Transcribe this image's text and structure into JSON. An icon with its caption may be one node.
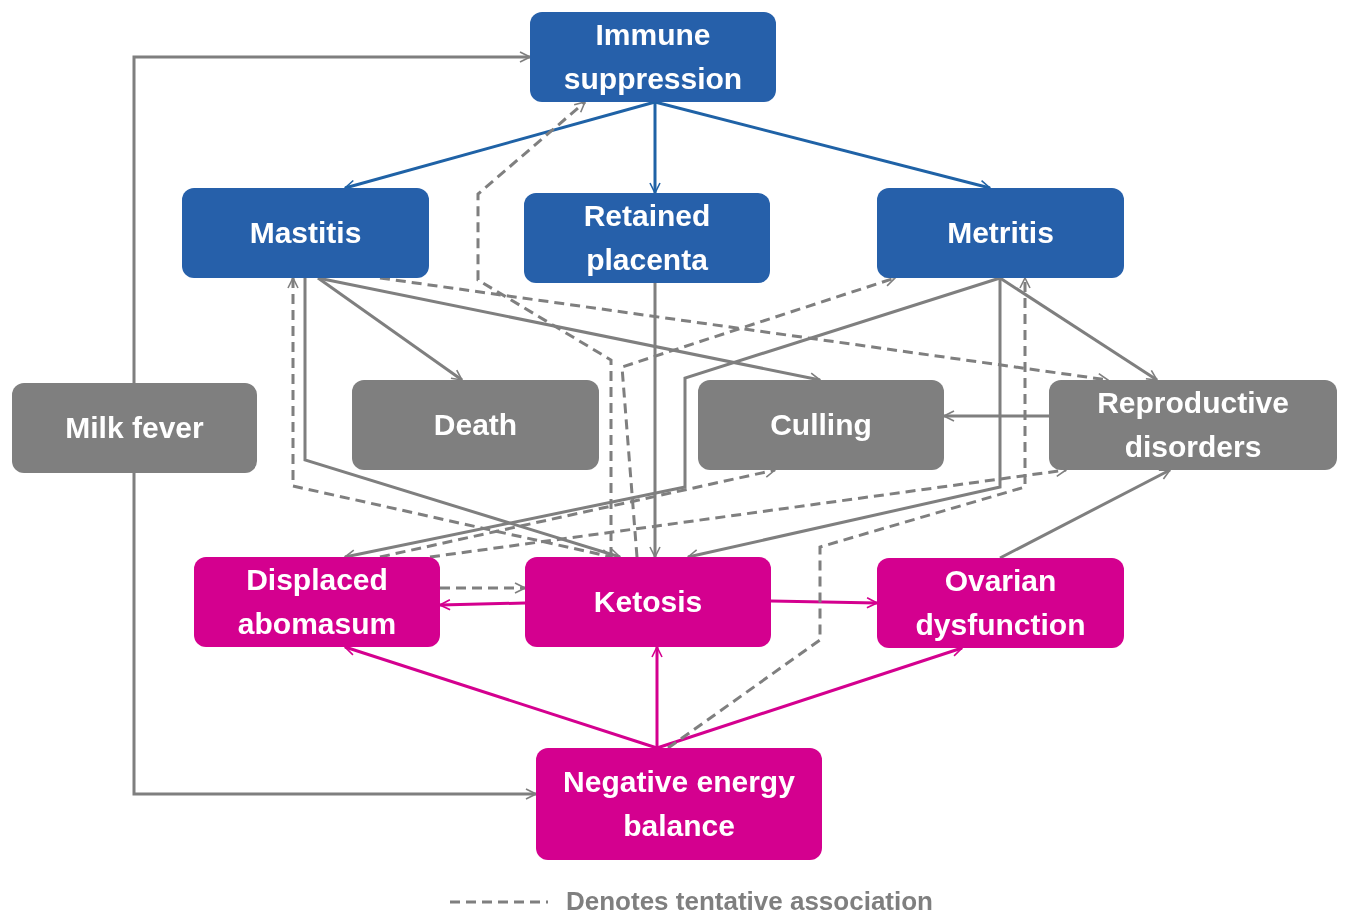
{
  "diagram": {
    "nodes": [
      {
        "text": [
          "Immune suppression"
        ]
      },
      {
        "text": [
          "Mastitis"
        ]
      },
      {
        "text": [
          "Retained placenta"
        ]
      },
      {
        "text": [
          "Metritis"
        ]
      },
      {
        "text": [
          "Milk fever"
        ]
      },
      {
        "text": [
          "Death"
        ]
      },
      {
        "text": [
          "Culling"
        ]
      },
      {
        "text": [
          "Reproductive disorders"
        ]
      },
      {
        "text": [
          "Displaced abomasum"
        ]
      },
      {
        "text": [
          "Ketosis"
        ]
      },
      {
        "text": [
          "Ovarian dysfunction"
        ]
      },
      {
        "text": [
          "Negative energy balance"
        ]
      }
    ],
    "edges": [
      {
        "from": 0,
        "to": 1,
        "arrow": "to",
        "color": "#1f62a6"
      },
      {
        "from": 0,
        "to": 2,
        "arrow": "to",
        "color": "#1f62a6"
      },
      {
        "from": 0,
        "to": 3,
        "arrow": "to",
        "color": "#1f62a6"
      },
      {
        "from": 4,
        "to": 0,
        "arrow": "to"
      },
      {
        "from": 4,
        "to": 11,
        "arrow": "to"
      },
      {
        "from": 1,
        "to": 5,
        "arrow": "to"
      },
      {
        "from": 1,
        "to": 6,
        "arrow": "to"
      },
      {
        "from": 1,
        "to": 9,
        "arrow": "to"
      },
      {
        "from": 1,
        "to": 9,
        "arrow": "both",
        "style": "dashed"
      },
      {
        "from": 1,
        "to": 7,
        "arrow": "to",
        "style": "dashed"
      },
      {
        "from": 9,
        "to": 0,
        "arrow": "to",
        "style": "dashed"
      },
      {
        "from": 9,
        "to": 3,
        "arrow": "to",
        "style": "dashed"
      },
      {
        "from": 2,
        "to": 9,
        "arrow": "to"
      },
      {
        "from": 3,
        "to": 8,
        "arrow": "to"
      },
      {
        "from": 3,
        "to": 9,
        "arrow": "to"
      },
      {
        "from": 3,
        "to": 7,
        "arrow": "to"
      },
      {
        "from": 7,
        "to": 6,
        "arrow": "to"
      },
      {
        "from": 8,
        "to": 6,
        "arrow": "to",
        "style": "dashed"
      },
      {
        "from": 8,
        "to": 7,
        "arrow": "to",
        "style": "dashed"
      },
      {
        "from": 8,
        "to": 9,
        "arrow": "to",
        "style": "dashed"
      },
      {
        "from": 9,
        "to": 8,
        "arrow": "to",
        "color": "#d4008f"
      },
      {
        "from": 9,
        "to": 10,
        "arrow": "to",
        "color": "#d4008f"
      },
      {
        "from": 11,
        "to": 8,
        "arrow": "to",
        "color": "#d4008f"
      },
      {
        "from": 11,
        "to": 9,
        "arrow": "to",
        "color": "#d4008f"
      },
      {
        "from": 11,
        "to": 10,
        "arrow": "to",
        "color": "#d4008f"
      },
      {
        "from": 11,
        "to": 3,
        "arrow": "to",
        "style": "dashed"
      },
      {
        "from": 10,
        "to": 7,
        "arrow": "to"
      }
    ],
    "legend": [
      {
        "text": "Denotes tentative association"
      }
    ]
  }
}
